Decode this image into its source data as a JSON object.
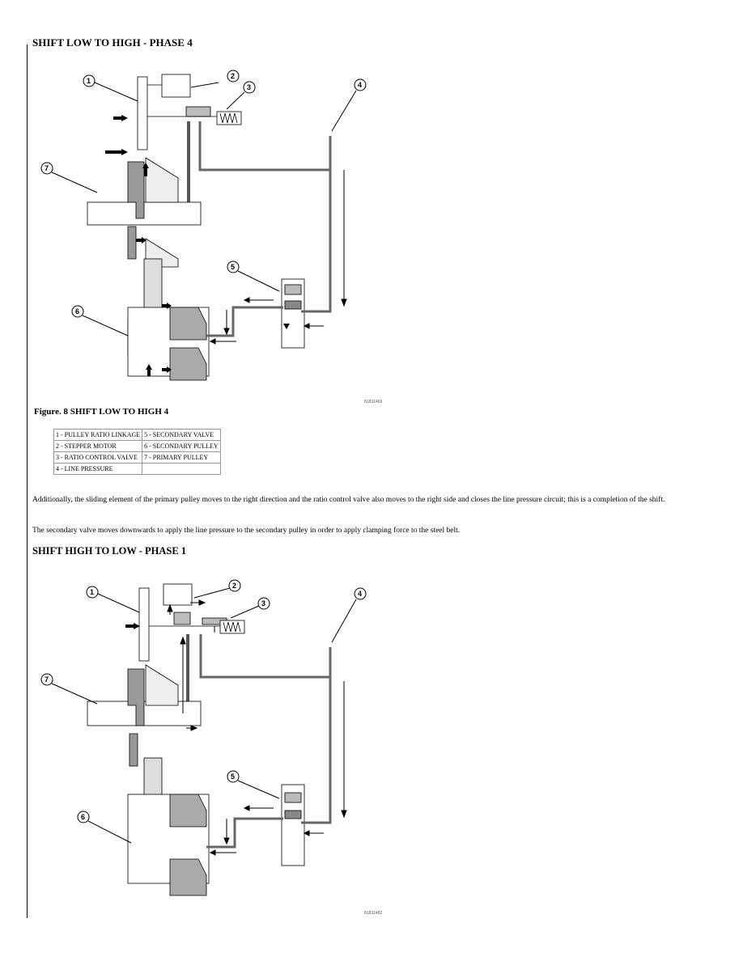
{
  "top_heading": "SHIFT LOW TO HIGH - PHASE 4",
  "figure1": {
    "caption": "Figure. 8 SHIFT LOW TO HIGH 4",
    "code": "81831469",
    "callouts": [
      "1",
      "2",
      "3",
      "4",
      "5",
      "6",
      "7"
    ]
  },
  "legend": [
    [
      "1 - PULLEY RATIO LINKAGE",
      "5 - SECONDARY VALVE"
    ],
    [
      "2 - STEPPER MOTOR",
      "6 - SECONDARY PULLEY"
    ],
    [
      "3 - RATIO CONTROL VALVE",
      "7 - PRIMARY PULLEY"
    ],
    [
      "4 - LINE PRESSURE",
      ""
    ]
  ],
  "paragraph1": "Additionally, the sliding element of the primary pulley moves to the right direction and the ratio control valve also moves to the right side and closes the line pressure circuit; this is a completion of the shift.",
  "paragraph2": "The secondary valve moves downwards to apply the line pressure to the secondary pulley in order to apply clamping force to the steel belt.",
  "section_heading": "SHIFT HIGH TO LOW - PHASE 1",
  "figure2": {
    "code": "81831482",
    "callouts": [
      "1",
      "2",
      "3",
      "4",
      "5",
      "6",
      "7"
    ]
  }
}
